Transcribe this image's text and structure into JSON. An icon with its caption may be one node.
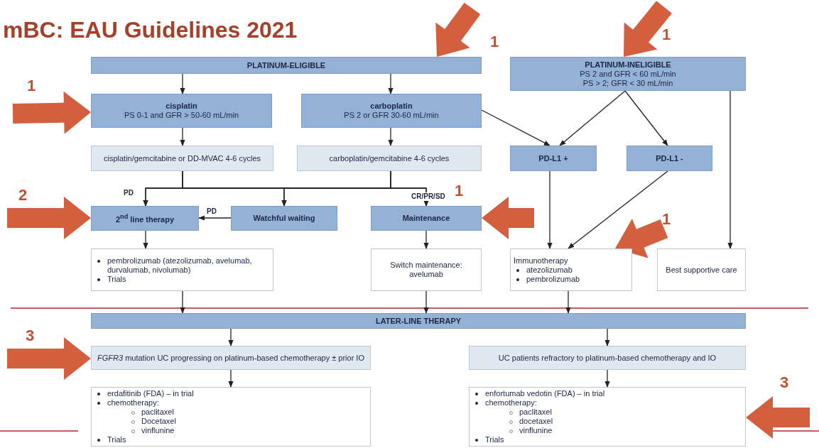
{
  "diagram": {
    "title": "mBC: EAU Guidelines 2021",
    "nodes": [
      {
        "text": [
          "PLATINUM-ELIGIBLE"
        ]
      },
      {
        "text": [
          "PLATINUM-INELIGIBLE",
          "PS 2 and GFR < 60 mL/min",
          "PS > 2; GFR < 30 mL/min"
        ]
      },
      {
        "text": [
          "cisplatin",
          "PS 0-1 and GFR > 50-60 mL/min"
        ]
      },
      {
        "text": [
          "carboplatin",
          "PS 2 or GFR 30-60 mL/min"
        ]
      },
      {
        "text": [
          "cisplatin/gemcitabine or DD-MVAC 4-6 cycles"
        ]
      },
      {
        "text": [
          "carboplatin/gemcitabine 4-6 cycles"
        ]
      },
      {
        "text": [
          "PD-L1 +"
        ]
      },
      {
        "text": [
          "PD-L1 -"
        ]
      },
      {
        "text": [
          "2$^{nd}$ line therapy"
        ]
      },
      {
        "text": [
          "Watchful waiting"
        ]
      },
      {
        "text": [
          "Maintenance"
        ]
      },
      {
        "text": [
          "pembrolizumab (atezolizumab, avelumab, durvalumab, nivolumab)",
          "Trials"
        ]
      },
      {
        "text": [
          "Switch maintenance: avelumab"
        ]
      },
      {
        "text": [
          "Immunotherapy",
          "atezolizumab",
          "pembrolizumab"
        ]
      },
      {
        "text": [
          "Best supportive care"
        ]
      },
      {
        "text": [
          "LATER-LINE THERAPY"
        ]
      },
      {
        "text": [
          "*FGFR3* mutation UC progressing on platinum-based chemotherapy ± prior IO"
        ]
      },
      {
        "text": [
          "UC patients refractory to platinum-based chemotherapy and IO"
        ]
      },
      {
        "text": [
          "erdafitinib (FDA) – in trial",
          "chemotherapy:",
          "paclitaxel",
          "Docetaxel",
          "vinflunine",
          "Trials"
        ]
      },
      {
        "text": [
          "enfortumab vedotin (FDA) – in trial",
          "chemotherapy:",
          "paclitaxel",
          "docetaxel",
          "vinflunine",
          "Trials"
        ]
      }
    ],
    "edges": [
      {
        "from": 0,
        "to": 2,
        "arrow": "to"
      },
      {
        "from": 0,
        "to": 3,
        "arrow": "to"
      },
      {
        "from": 2,
        "to": 4,
        "arrow": "to"
      },
      {
        "from": 3,
        "to": 5,
        "arrow": "to"
      },
      {
        "from": 3,
        "to": 6,
        "arrow": "to"
      },
      {
        "from": 1,
        "to": 6,
        "arrow": "to"
      },
      {
        "from": 1,
        "to": 7,
        "arrow": "to"
      },
      {
        "from": 1,
        "to": 14,
        "arrow": "to"
      },
      {
        "from": 6,
        "to": 13,
        "arrow": "to"
      },
      {
        "from": 7,
        "to": 13,
        "arrow": "to"
      },
      {
        "from": 4,
        "to": 8,
        "arrow": "to",
        "label": "PD"
      },
      {
        "from": 4,
        "to": 9,
        "arrow": "to"
      },
      {
        "from": 4,
        "to": 10,
        "arrow": "to"
      },
      {
        "from": 5,
        "to": 8,
        "arrow": "to"
      },
      {
        "from": 5,
        "to": 9,
        "arrow": "to"
      },
      {
        "from": 5,
        "to": 10,
        "arrow": "to",
        "label": "CR/PR/SD"
      },
      {
        "from": 9,
        "to": 8,
        "arrow": "to",
        "label": "PD"
      },
      {
        "from": 8,
        "to": 11,
        "arrow": "to"
      },
      {
        "from": 10,
        "to": 12,
        "arrow": "to"
      },
      {
        "from": 11,
        "to": 15,
        "arrow": "to"
      },
      {
        "from": 12,
        "to": 15,
        "arrow": "to"
      },
      {
        "from": 13,
        "to": 15,
        "arrow": "to"
      },
      {
        "from": 15,
        "to": 16,
        "arrow": "to"
      },
      {
        "from": 15,
        "to": 17,
        "arrow": "to"
      },
      {
        "from": 16,
        "to": 18,
        "arrow": "to"
      },
      {
        "from": 17,
        "to": 19,
        "arrow": "to"
      },
      {
        "from": null,
        "to": 0,
        "arrow": "to",
        "style": "thick",
        "color": "#d35f3f"
      },
      {
        "from": null,
        "to": 1,
        "arrow": "to",
        "style": "thick",
        "color": "#d35f3f"
      },
      {
        "from": null,
        "to": 2,
        "arrow": "to",
        "style": "thick",
        "color": "#d35f3f"
      },
      {
        "from": null,
        "to": 8,
        "arrow": "to",
        "style": "thick",
        "color": "#d35f3f"
      },
      {
        "from": null,
        "to": 10,
        "arrow": "to",
        "style": "thick",
        "color": "#d35f3f"
      },
      {
        "from": null,
        "to": 13,
        "arrow": "to",
        "style": "thick",
        "color": "#d35f3f"
      },
      {
        "from": null,
        "to": 16,
        "arrow": "to",
        "style": "thick",
        "color": "#d35f3f"
      },
      {
        "from": null,
        "to": 19,
        "arrow": "to",
        "style": "thick",
        "color": "#d35f3f"
      }
    ],
    "labels": [
      "1",
      "1",
      "1",
      "2",
      "1",
      "1",
      "3",
      "3"
    ]
  }
}
